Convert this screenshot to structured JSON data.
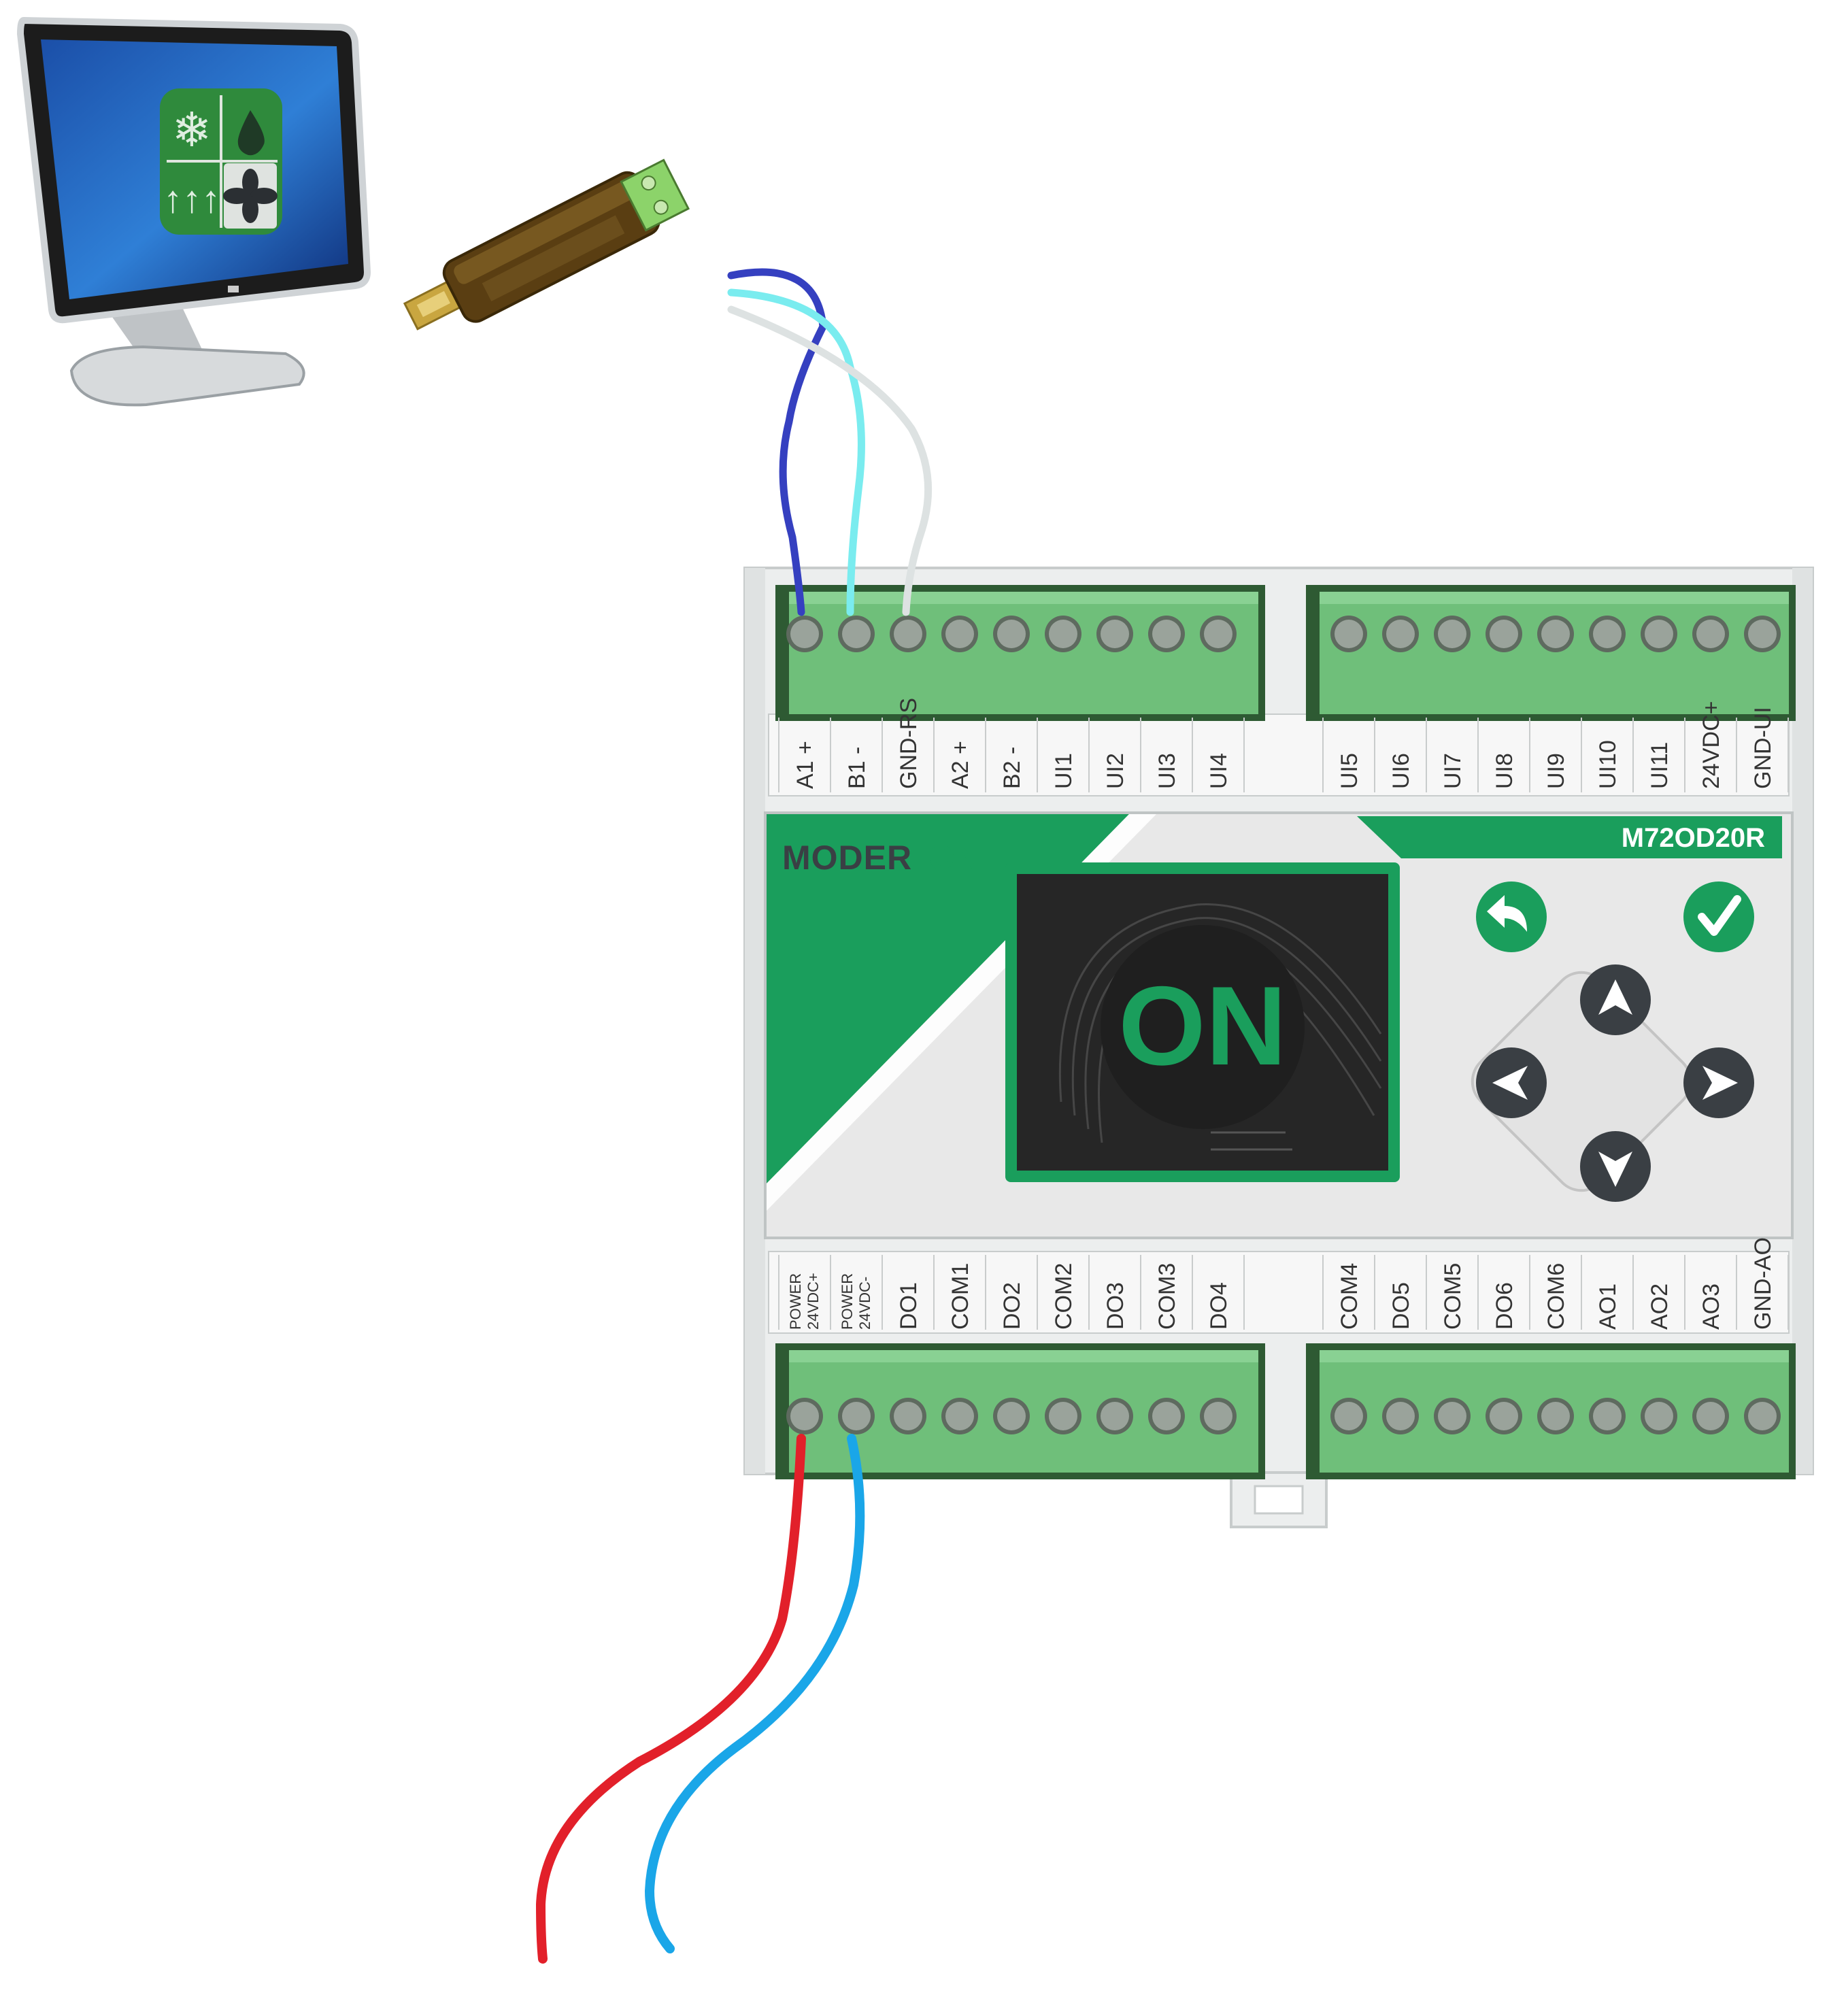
{
  "device": {
    "brand_dark": "MODER",
    "brand_accent": "ON",
    "model": "M72OD20R",
    "screen_logo": "ON"
  },
  "top_terminals_left": [
    "A1 +",
    "B1 -",
    "GND-RS",
    "A2 +",
    "B2 -",
    "UI1",
    "UI2",
    "UI3",
    "UI4"
  ],
  "top_terminals_right": [
    "UI5",
    "UI6",
    "UI7",
    "UI8",
    "UI9",
    "UI10",
    "UI11",
    "24VDC+",
    "GND-UI"
  ],
  "bottom_terminals_left": [
    {
      "line1": "POWER",
      "line2": "24VDC+"
    },
    {
      "line1": "POWER",
      "line2": "24VDC-"
    },
    {
      "line1": "DO1"
    },
    {
      "line1": "COM1"
    },
    {
      "line1": "DO2"
    },
    {
      "line1": "COM2"
    },
    {
      "line1": "DO3"
    },
    {
      "line1": "COM3"
    },
    {
      "line1": "DO4"
    }
  ],
  "bottom_terminals_right": [
    "COM4",
    "DO5",
    "COM5",
    "DO6",
    "COM6",
    "AO1",
    "AO2",
    "AO3",
    "GND-AO"
  ],
  "buttons": [
    "back-icon",
    "ok-check-icon",
    "arrow-up-icon",
    "arrow-left-icon",
    "arrow-right-icon",
    "arrow-down-icon"
  ],
  "colors": {
    "brand_green": "#1a9e5c",
    "terminal_green": "#6fbf7a",
    "terminal_dark": "#2e5a33",
    "wire_a": "#3540c0",
    "wire_b": "#7aecef",
    "wire_gnd": "#dde2e2",
    "wire_power_plus": "#e2202a",
    "wire_power_minus": "#1aa6e8",
    "button_dark": "#3a3f44",
    "screen_bg": "#262626"
  }
}
